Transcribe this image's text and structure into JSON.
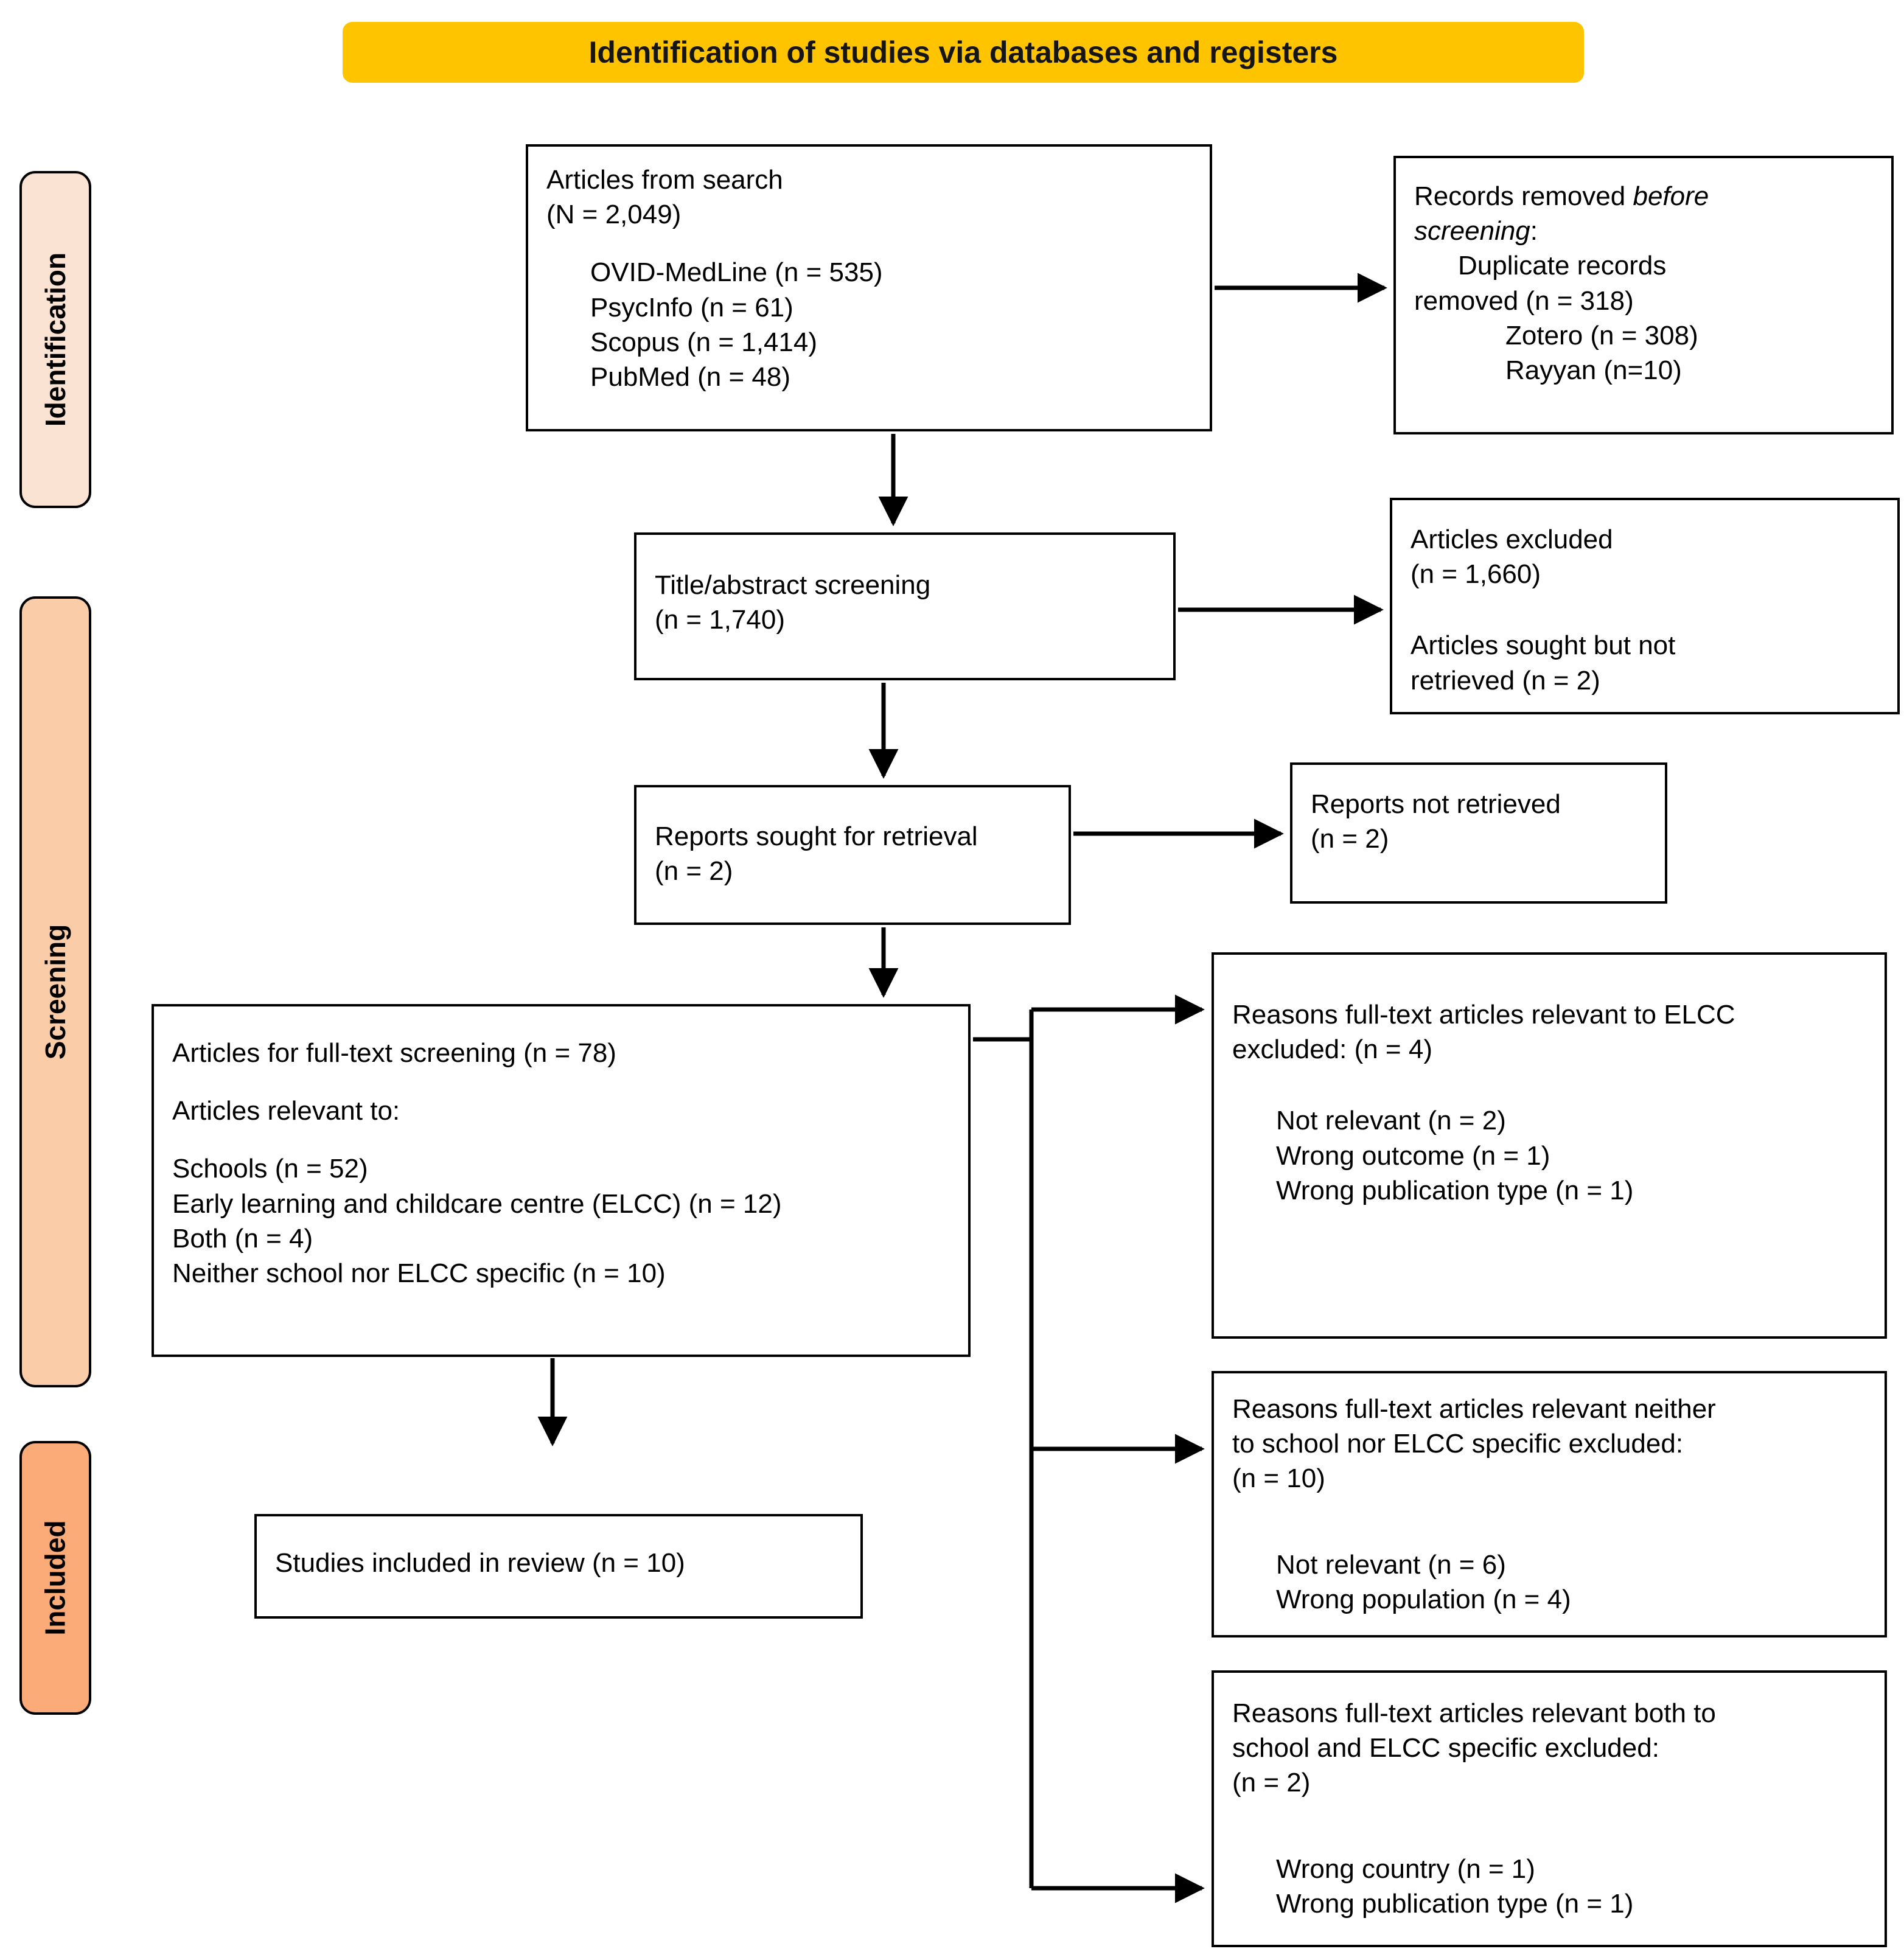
{
  "header": {
    "title": "Identification of studies via databases and registers",
    "background_color": "#FFC400"
  },
  "stages": [
    {
      "label": "Identification",
      "color": "#FBE3D4"
    },
    {
      "label": "Screening",
      "color": "#FACCA7"
    },
    {
      "label": "Included",
      "color": "#FAAB78"
    }
  ],
  "boxes": {
    "articles_from_search": {
      "title": "Articles from search",
      "count": "(N = 2,049)",
      "sources": [
        "OVID-MedLine (n = 535)",
        "PsycInfo (n = 61)",
        "Scopus (n = 1,414)",
        "PubMed (n = 48)"
      ]
    },
    "records_removed": {
      "title_plain": "Records removed ",
      "title_italic_1": "before",
      "title_italic_2": "screening",
      "title_colon": ":",
      "duplicate_line_1": "Duplicate records",
      "duplicate_line_2": "removed (n = 318)",
      "zotero": "Zotero (n = 308)",
      "rayyan": "Rayyan (n=10)"
    },
    "title_abstract_screening": {
      "title": "Title/abstract screening",
      "count": "(n = 1,740)"
    },
    "articles_excluded": {
      "excluded_title": "Articles excluded",
      "excluded_count": "(n = 1,660)",
      "sought_line_1": "Articles sought but not",
      "sought_line_2": "retrieved (n = 2)"
    },
    "reports_sought": {
      "title": "Reports sought for retrieval",
      "count": "(n = 2)"
    },
    "reports_not_retrieved": {
      "title": "Reports not retrieved",
      "count": "(n = 2)"
    },
    "fulltext_screening": {
      "title": "Articles for full-text screening (n = 78)",
      "relevant_heading": "Articles relevant to:",
      "categories": [
        "Schools (n = 52)",
        "Early learning and childcare centre (ELCC) (n = 12)",
        "Both (n = 4)",
        "Neither school nor ELCC specific (n = 10)"
      ]
    },
    "studies_included": {
      "title": "Studies included in review (n = 10)"
    },
    "reasons_elcc": {
      "heading_line_1": "Reasons full-text articles relevant to ELCC",
      "heading_line_2": "excluded: (n = 4)",
      "reasons": [
        "Not relevant (n = 2)",
        "Wrong outcome (n = 1)",
        "Wrong publication type (n = 1)"
      ]
    },
    "reasons_neither": {
      "heading_line_1": "Reasons full-text articles relevant neither",
      "heading_line_2": "to school nor ELCC specific excluded:",
      "heading_line_3": "(n = 10)",
      "reasons": [
        "Not relevant (n = 6)",
        "Wrong population (n = 4)"
      ]
    },
    "reasons_both": {
      "heading_line_1": "Reasons full-text articles relevant both to",
      "heading_line_2": "school and ELCC specific excluded:",
      "heading_line_3": "(n = 2)",
      "reasons": [
        "Wrong country (n = 1)",
        "Wrong publication type (n = 1)"
      ]
    }
  },
  "chart_data": {
    "type": "diagram",
    "title": "Identification of studies via databases and registers",
    "nodes": [
      {
        "id": "articles_from_search",
        "stage": "Identification",
        "label": "Articles from search",
        "N": 2049,
        "breakdown": {
          "OVID-MedLine": 535,
          "PsycInfo": 61,
          "Scopus": 1414,
          "PubMed": 48
        }
      },
      {
        "id": "records_removed",
        "stage": "Identification",
        "label": "Records removed before screening",
        "duplicate_records_removed": 318,
        "breakdown": {
          "Zotero": 308,
          "Rayyan": 10
        }
      },
      {
        "id": "title_abstract_screening",
        "stage": "Screening",
        "label": "Title/abstract screening",
        "n": 1740
      },
      {
        "id": "articles_excluded",
        "stage": "Screening",
        "label": "Articles excluded",
        "n": 1660,
        "articles_sought_but_not_retrieved": 2
      },
      {
        "id": "reports_sought",
        "stage": "Screening",
        "label": "Reports sought for retrieval",
        "n": 2
      },
      {
        "id": "reports_not_retrieved",
        "stage": "Screening",
        "label": "Reports not retrieved",
        "n": 2
      },
      {
        "id": "fulltext_screening",
        "stage": "Screening",
        "label": "Articles for full-text screening",
        "n": 78,
        "breakdown": {
          "Schools": 52,
          "Early learning and childcare centre (ELCC)": 12,
          "Both": 4,
          "Neither school nor ELCC specific": 10
        }
      },
      {
        "id": "reasons_elcc",
        "stage": "Screening",
        "label": "Reasons full-text articles relevant to ELCC excluded",
        "n": 4,
        "breakdown": {
          "Not relevant": 2,
          "Wrong outcome": 1,
          "Wrong publication type": 1
        }
      },
      {
        "id": "reasons_neither",
        "stage": "Screening",
        "label": "Reasons full-text articles relevant neither to school nor ELCC specific excluded",
        "n": 10,
        "breakdown": {
          "Not relevant": 6,
          "Wrong population": 4
        }
      },
      {
        "id": "reasons_both",
        "stage": "Screening",
        "label": "Reasons full-text articles relevant both to school and ELCC specific excluded",
        "n": 2,
        "breakdown": {
          "Wrong country": 1,
          "Wrong publication type": 1
        }
      },
      {
        "id": "studies_included",
        "stage": "Included",
        "label": "Studies included in review",
        "n": 10
      }
    ],
    "edges": [
      {
        "from": "articles_from_search",
        "to": "records_removed"
      },
      {
        "from": "articles_from_search",
        "to": "title_abstract_screening"
      },
      {
        "from": "title_abstract_screening",
        "to": "articles_excluded"
      },
      {
        "from": "title_abstract_screening",
        "to": "reports_sought"
      },
      {
        "from": "reports_sought",
        "to": "reports_not_retrieved"
      },
      {
        "from": "reports_sought",
        "to": "fulltext_screening"
      },
      {
        "from": "fulltext_screening",
        "to": "reasons_elcc"
      },
      {
        "from": "fulltext_screening",
        "to": "reasons_neither"
      },
      {
        "from": "fulltext_screening",
        "to": "reasons_both"
      },
      {
        "from": "fulltext_screening",
        "to": "studies_included"
      }
    ]
  }
}
